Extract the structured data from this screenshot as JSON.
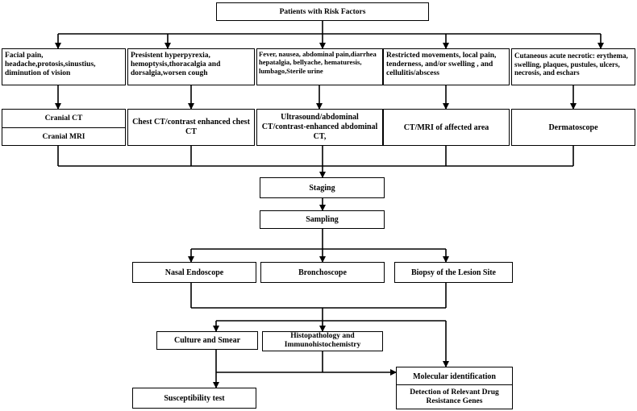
{
  "nodes": {
    "patients": "Patients with Risk Factors",
    "s1": "Facial pain, headache,protosis,sinustius, diminution of vision",
    "s2": "Presistent hyperpyrexia, hemoptysis,thoracalgia and dorsalgia,worsen cough",
    "s3": "Fever, nausea, abdominal pain,diarrhea hepatalgia, bellyache, hematuresis, lumbago,Sterile urine",
    "s4": "Restricted movements, local pain, tenderness, and/or swelling , and cellulitis/abscess",
    "s5": "Cutaneous acute necrotic: erythema, swelling, plaques, pustules, ulcers, necrosis, and eschars",
    "cranial_ct": "Cranial CT",
    "cranial_mri": "Cranial MRI",
    "chest_ct": "Chest CT/contrast enhanced chest CT",
    "abdominal_ct": "Ultrasound/abdominal CT/contrast-enhanced abdominal CT,",
    "ct_mri_area": "CT/MRI of affected area",
    "dermatoscope": "Dermatoscope",
    "staging": "Staging",
    "sampling": "Sampling",
    "nasal": "Nasal Endoscope",
    "broncho": "Bronchoscope",
    "biopsy": "Biopsy of the Lesion Site",
    "culture": "Culture and Smear",
    "histo": "Histopathology and Immunohistochemistry",
    "molecular": "Molecular identification",
    "drug_resistance": "Detection of Relevant Drug Resistance Genes",
    "susceptibility": "Susceptibility test"
  }
}
